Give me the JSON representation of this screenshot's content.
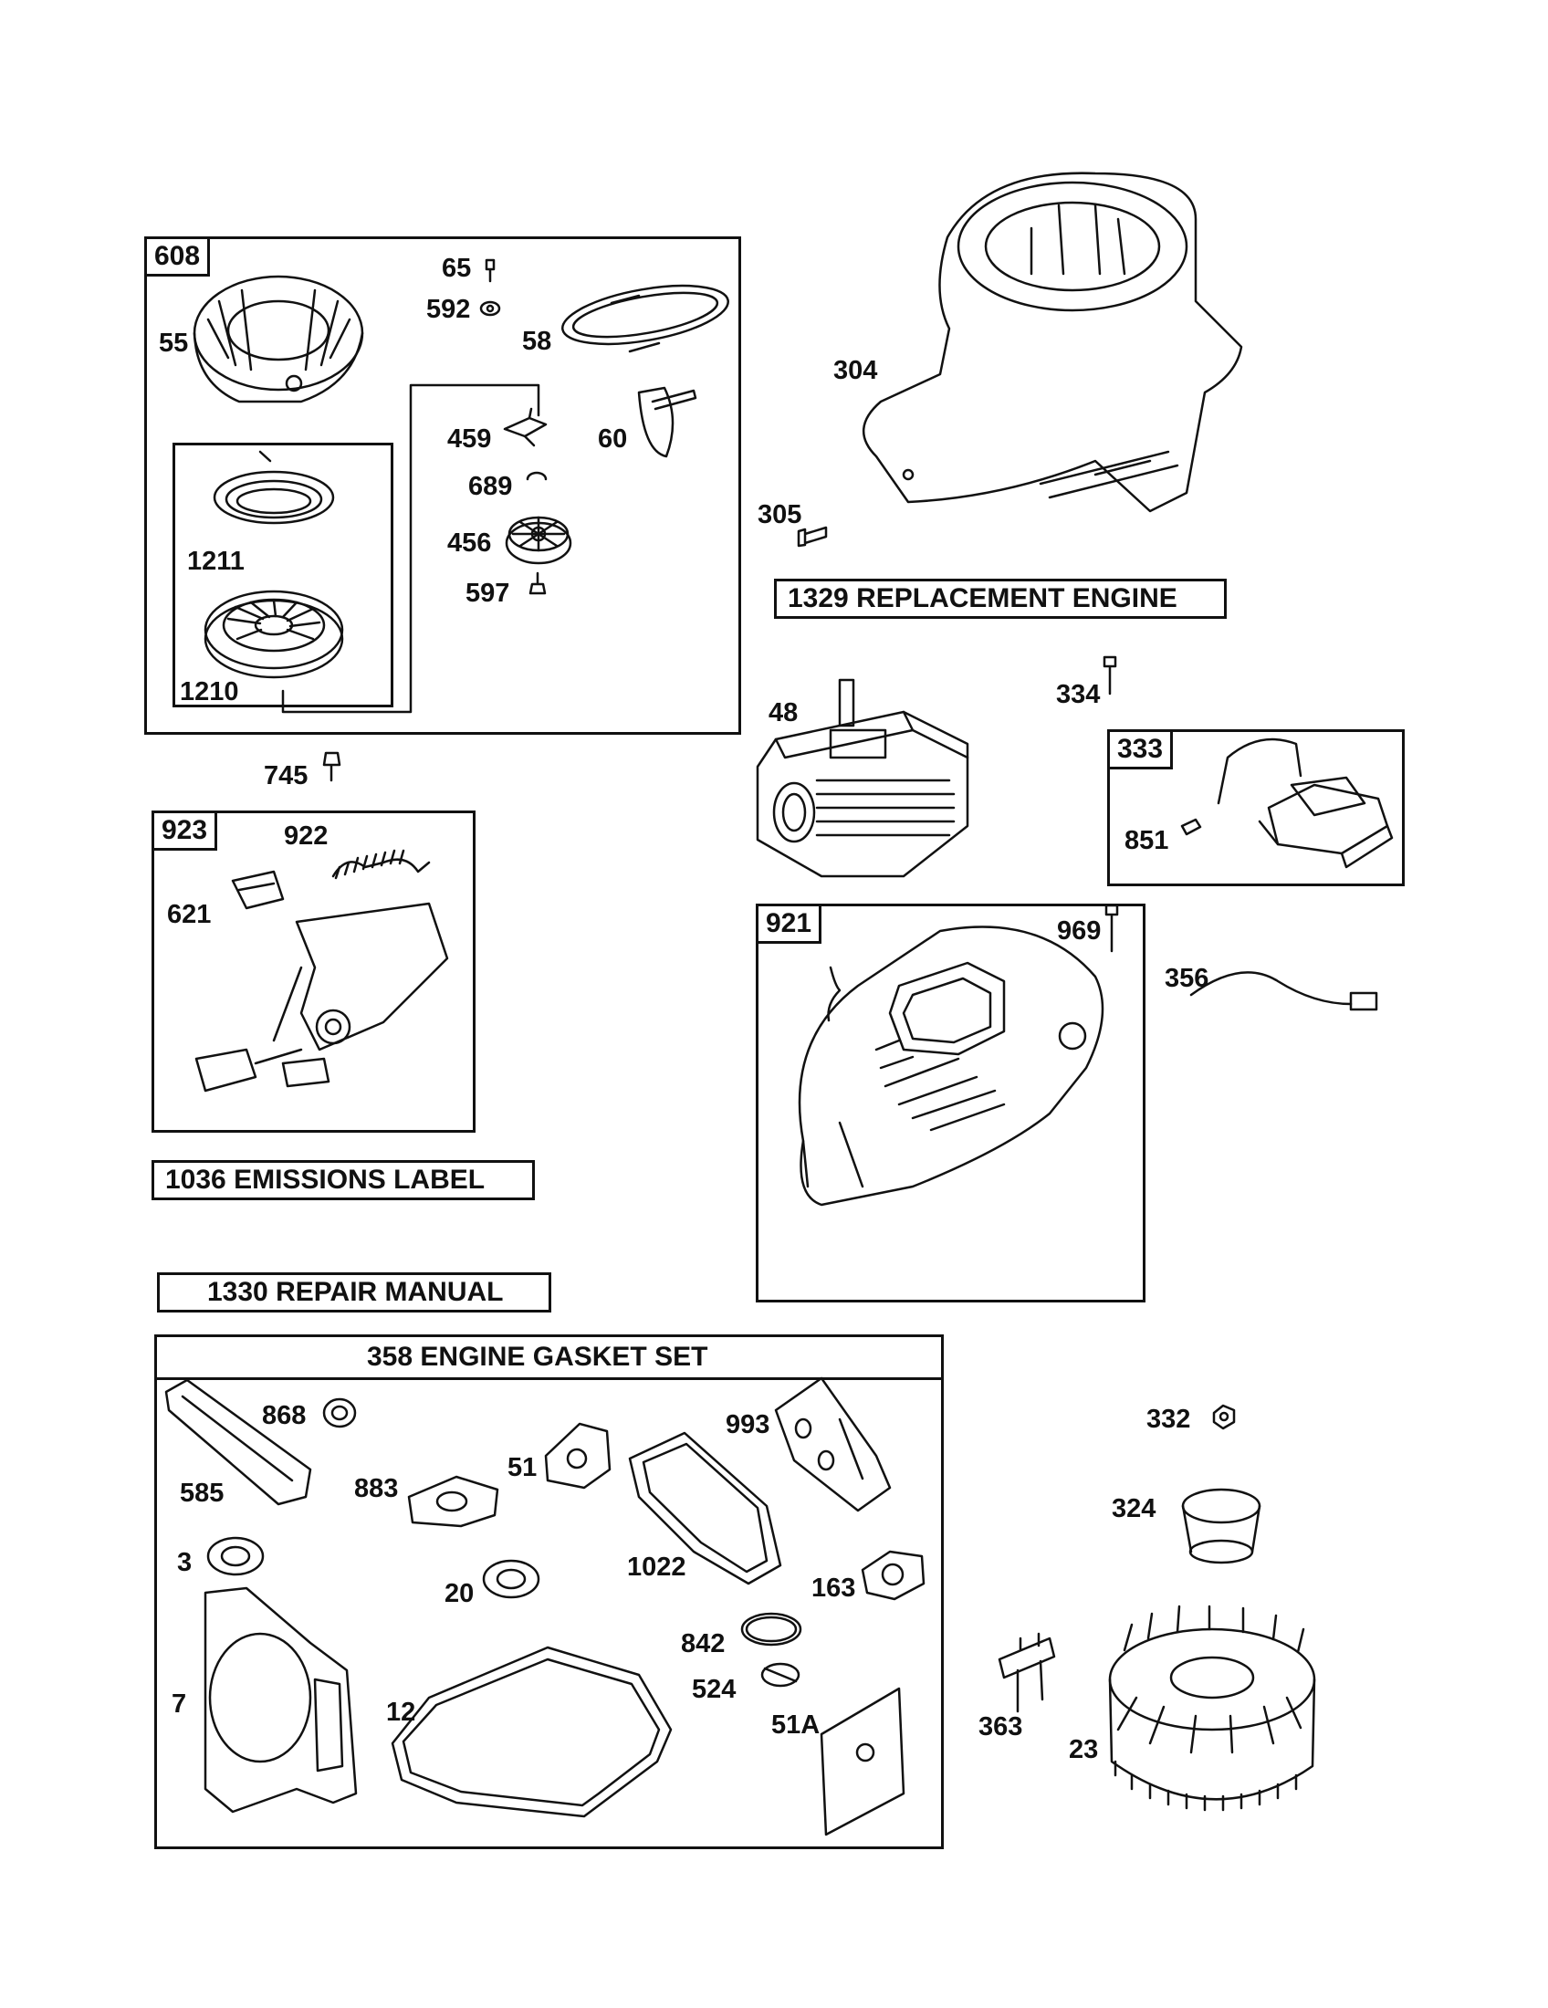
{
  "groups": {
    "g608": "608",
    "g923": "923",
    "g921": "921",
    "g333": "333"
  },
  "titles": {
    "replacement_engine": "1329 REPLACEMENT ENGINE",
    "emissions_label": "1036 EMISSIONS LABEL",
    "repair_manual": "1330 REPAIR MANUAL",
    "gasket_set": "358 ENGINE GASKET SET"
  },
  "labels": {
    "p65": "65",
    "p592": "592",
    "p55": "55",
    "p58": "58",
    "p459": "459",
    "p60": "60",
    "p689": "689",
    "p1211": "1211",
    "p456": "456",
    "p597": "597",
    "p1210": "1210",
    "p745": "745",
    "p304": "304",
    "p305": "305",
    "p48": "48",
    "p334": "334",
    "p851": "851",
    "p922": "922",
    "p621": "621",
    "p969": "969",
    "p356": "356",
    "p868": "868",
    "p585": "585",
    "p883": "883",
    "p51": "51",
    "p993": "993",
    "p1022": "1022",
    "p163": "163",
    "p3": "3",
    "p20": "20",
    "p842": "842",
    "p524": "524",
    "p7": "7",
    "p12": "12",
    "p51A": "51A",
    "p332": "332",
    "p324": "324",
    "p363": "363",
    "p23": "23"
  }
}
